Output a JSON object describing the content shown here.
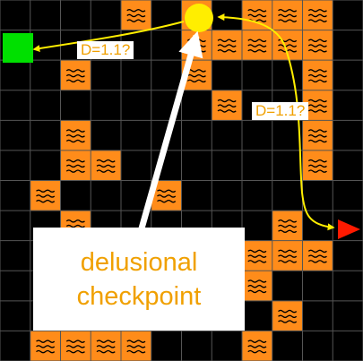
{
  "grid": {
    "cols": 12,
    "rows": 12,
    "background_color": "#000000",
    "grid_line_color": "#555555",
    "hazard_color": "#ff8c1a",
    "hazard_icon": "water-wave-icon",
    "hazard_cells": [
      [
        0,
        4
      ],
      [
        0,
        6
      ],
      [
        0,
        8
      ],
      [
        0,
        9
      ],
      [
        0,
        10
      ],
      [
        1,
        6
      ],
      [
        1,
        7
      ],
      [
        1,
        8
      ],
      [
        1,
        9
      ],
      [
        1,
        10
      ],
      [
        2,
        2
      ],
      [
        2,
        6
      ],
      [
        2,
        10
      ],
      [
        3,
        7
      ],
      [
        3,
        10
      ],
      [
        4,
        2
      ],
      [
        4,
        10
      ],
      [
        5,
        2
      ],
      [
        5,
        3
      ],
      [
        5,
        10
      ],
      [
        6,
        1
      ],
      [
        6,
        5
      ],
      [
        7,
        2
      ],
      [
        7,
        9
      ],
      [
        8,
        8
      ],
      [
        8,
        9
      ],
      [
        8,
        10
      ],
      [
        9,
        8
      ],
      [
        10,
        9
      ],
      [
        11,
        1
      ],
      [
        11,
        2
      ],
      [
        11,
        3
      ],
      [
        11,
        4
      ],
      [
        11,
        8
      ]
    ]
  },
  "markers": {
    "start_color": "#00e000",
    "checkpoint_color": "#ffee00",
    "goal_color": "#ff1a00",
    "arrow_color": "#ffee00"
  },
  "labels": {
    "distance_left": "D=1.1?",
    "distance_right": "D=1.1?",
    "callout_line1": "delusional",
    "callout_line2": "checkpoint"
  }
}
